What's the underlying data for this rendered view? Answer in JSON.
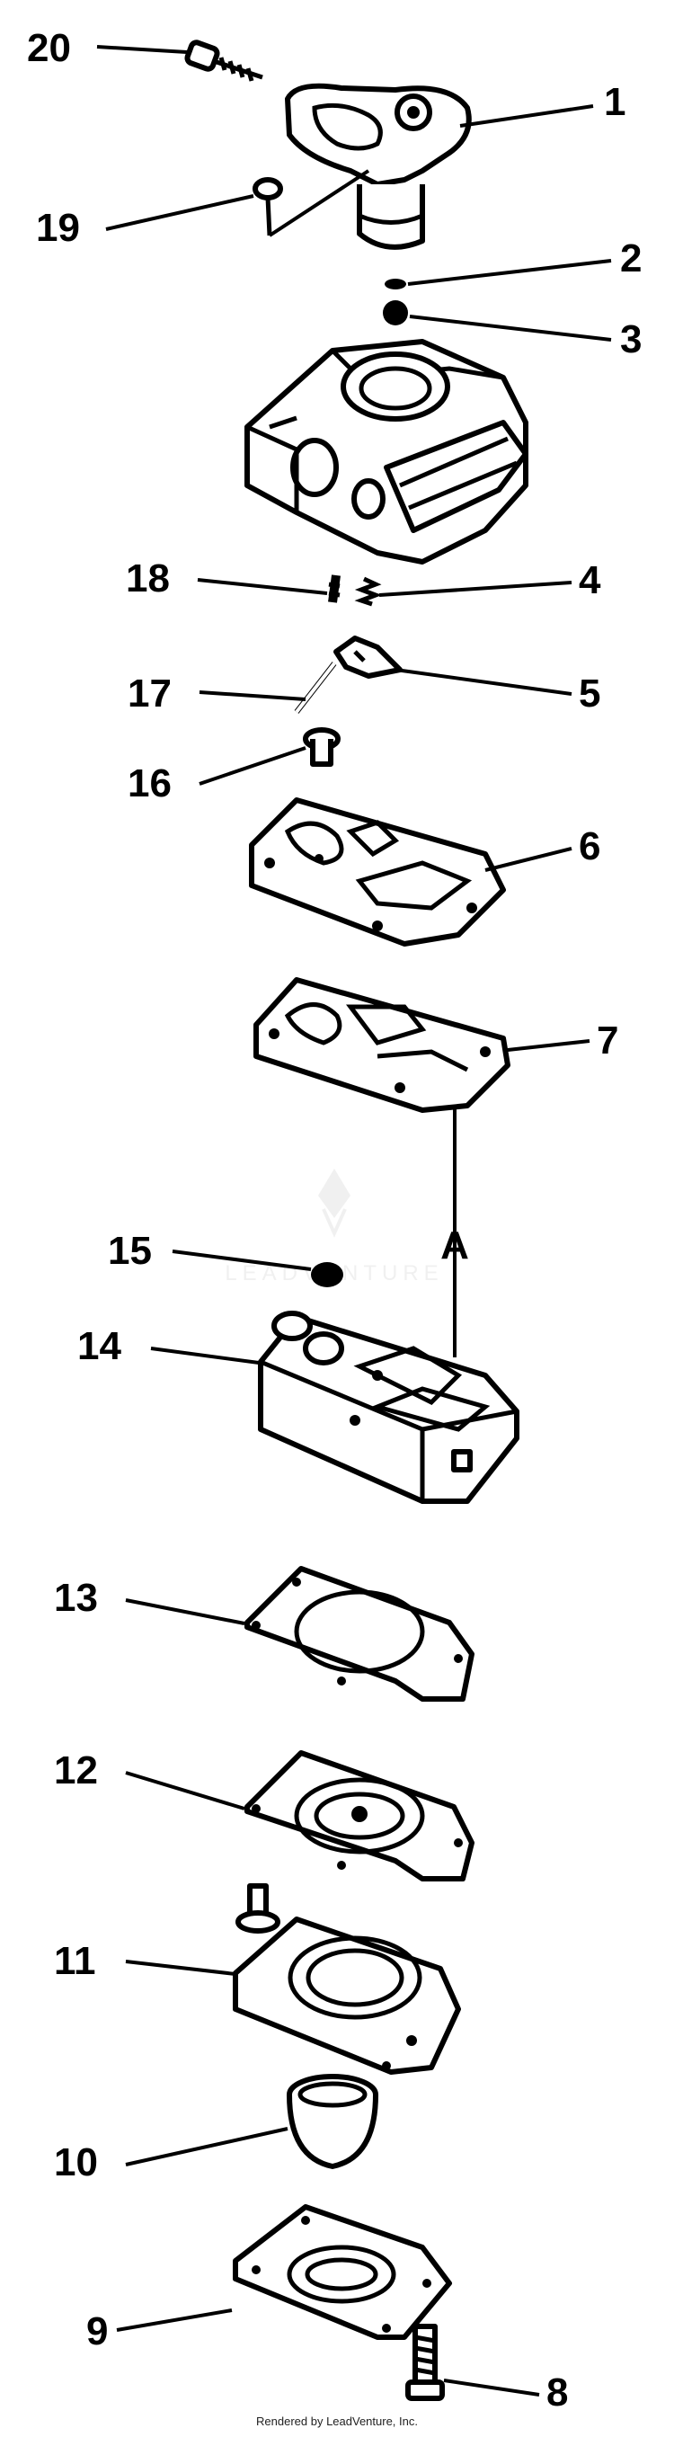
{
  "diagram": {
    "callouts": [
      {
        "id": "20",
        "label": "20"
      },
      {
        "id": "1",
        "label": "1"
      },
      {
        "id": "19",
        "label": "19"
      },
      {
        "id": "2",
        "label": "2"
      },
      {
        "id": "3",
        "label": "3"
      },
      {
        "id": "18",
        "label": "18"
      },
      {
        "id": "4",
        "label": "4"
      },
      {
        "id": "17",
        "label": "17"
      },
      {
        "id": "5",
        "label": "5"
      },
      {
        "id": "16",
        "label": "16"
      },
      {
        "id": "6",
        "label": "6"
      },
      {
        "id": "7",
        "label": "7"
      },
      {
        "id": "15",
        "label": "15"
      },
      {
        "id": "14",
        "label": "14"
      },
      {
        "id": "13",
        "label": "13"
      },
      {
        "id": "12",
        "label": "12"
      },
      {
        "id": "11",
        "label": "11"
      },
      {
        "id": "10",
        "label": "10"
      },
      {
        "id": "9",
        "label": "9"
      },
      {
        "id": "8",
        "label": "8"
      }
    ],
    "reference_marker": "A"
  },
  "watermark": {
    "text": "LEADVENTURE"
  },
  "footer": {
    "text": "Rendered by LeadVenture, Inc."
  }
}
